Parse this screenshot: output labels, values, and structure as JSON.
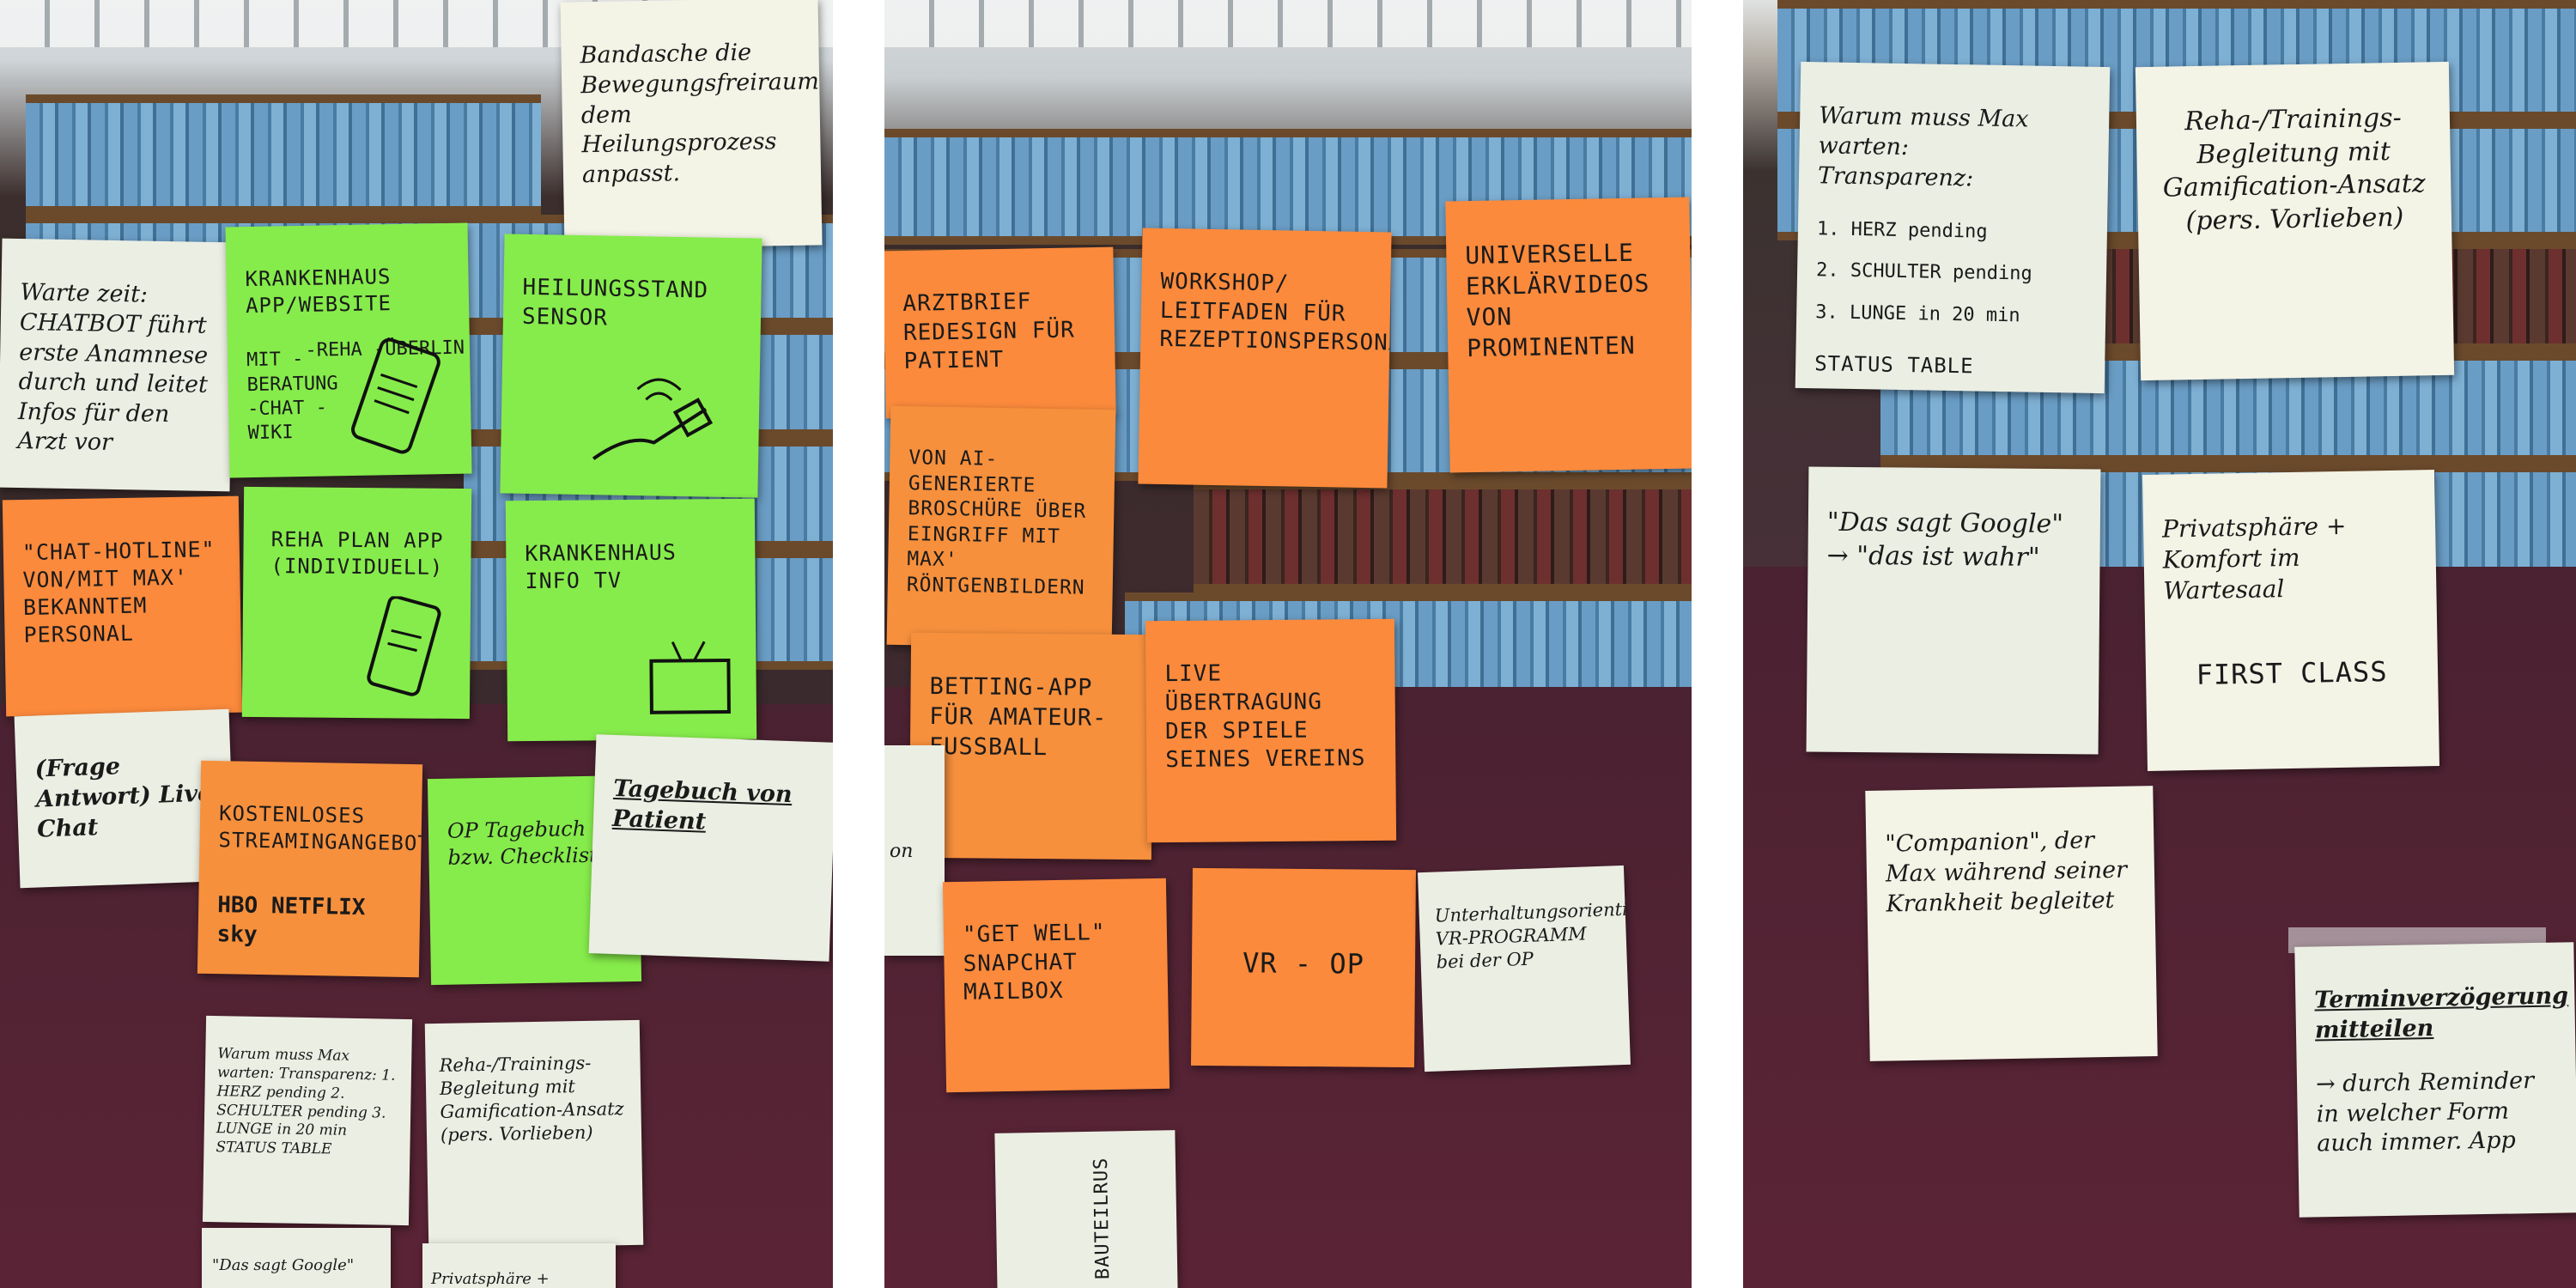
{
  "panels": {
    "left": {
      "notes": {
        "bandage": "Bandasche die Bewegungsfreiraum dem Heilungsprozess anpasst.",
        "wartezeit": "Warte zeit: CHATBOT führt erste Anamnese durch und leitet Infos für den Arzt vor",
        "krankenhaus_app": "KRANKENHAUS APP/WEBSITE",
        "krankenhaus_app_side": "-REHA -ÜBERLIN",
        "krankenhaus_app_list": "MIT -BERATUNG -CHAT -WIKI",
        "heilungsstand": "HEILUNGSSTAND SENSOR",
        "chat_hotline": "\"CHAT-HOTLINE\" VON/MIT MAX' BEKANNTEM PERSONAL",
        "reha_plan": "REHA PLAN APP (INDIVIDUELL)",
        "krankenhaus_info": "KRANKENHAUS INFO TV",
        "frage_antwort": "(Frage Antwort) Live Chat",
        "streaming": "KOSTENLOSES STREAMINGANGEBOT",
        "streaming_logos": "HBO NETFLIX sky",
        "op_tagebuch": "OP Tagebuch bzw. Checkliste",
        "tagebuch": "Tagebuch von Patient",
        "status_table_small": "Warum muss Max warten: Transparenz: 1. HERZ pending 2. SCHULTER pending 3. LUNGE in 20 min STATUS TABLE",
        "reha_training_small": "Reha-/Trainings-Begleitung mit Gamification-Ansatz (pers. Vorlieben)",
        "google_small": "\"Das sagt Google\"",
        "privatsphaere_small": "Privatsphäre + Komfort"
      }
    },
    "middle": {
      "notes": {
        "arztbrief": "ARZTBRIEF REDESIGN FÜR PATIENT",
        "workshop": "WORKSHOP/ LEITFADEN FÜR REZEPTIONSPERSONAL",
        "erklaervideos": "UNIVERSELLE ERKLÄRVIDEOS VON PROMINENTEN",
        "ai_broschuere": "VON AI-GENERIERTE BROSCHÜRE ÜBER EINGRIFF MIT MAX' RÖNTGENBILDERN",
        "betting": "BETTING-APP FÜR AMATEUR-FUSSBALL",
        "live_uebertragung": "LIVE ÜBERTRAGUNG DER SPIELE SEINES VEREINS",
        "partial_on": "on",
        "get_well": "\"GET WELL\" SNAPCHAT MAILBOX",
        "vr_op": "VR - OP",
        "vr_programm": "Unterhaltungsorientiertes VR-PROGRAMM bei der OP",
        "bauteil": "BAUTEILRUS"
      }
    },
    "right": {
      "notes": {
        "status_table": "Warum muss Max warten:\nTransparenz:",
        "status_rows": [
          "1. HERZ   pending",
          "2. SCHULTER   pending",
          "3. LUNGE   in 20 min"
        ],
        "status_label": "STATUS TABLE",
        "reha_training": "Reha-/Trainings-Begleitung mit Gamification-Ansatz (pers. Vorlieben)",
        "google": "\"Das sagt Google\" → \"das ist wahr\"",
        "privatsphaere": "Privatsphäre + Komfort im Wartesaal",
        "first_class": "FIRST CLASS",
        "companion": "\"Companion\", der Max während seiner Krankheit begleitet",
        "terminverzoegerung_title": "Terminverzögerung mitteilen",
        "terminverzoegerung_body": "→ durch Reminder in welcher Form auch immer. App"
      }
    }
  }
}
